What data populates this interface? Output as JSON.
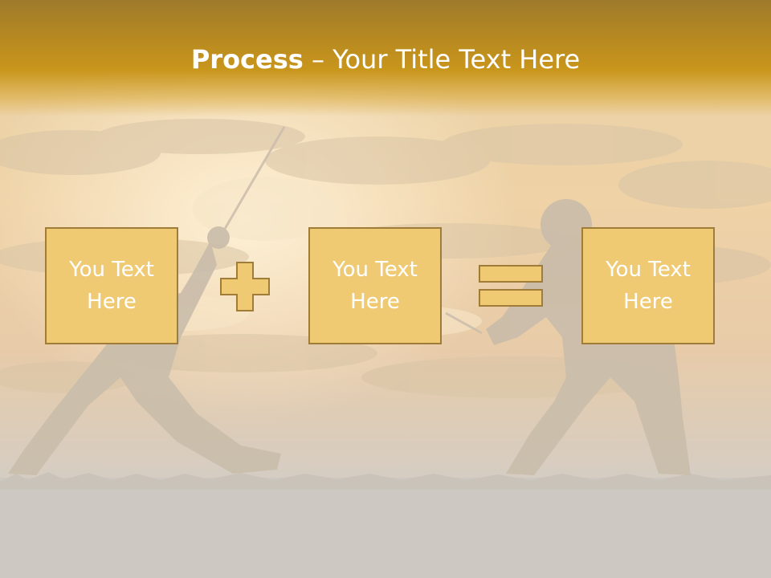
{
  "title": {
    "bold": "Process",
    "separator": " – ",
    "rest": "Your Title Text Here"
  },
  "boxes": [
    {
      "text": "You Text Here"
    },
    {
      "text": "You Text Here"
    },
    {
      "text": "You Text Here"
    }
  ],
  "operators": {
    "plus": "plus-sign",
    "equals": "equals-sign"
  },
  "colors": {
    "header": "#c9961c",
    "box_fill": "#f0ca73",
    "box_border": "#a07c39",
    "text": "#ffffff"
  }
}
